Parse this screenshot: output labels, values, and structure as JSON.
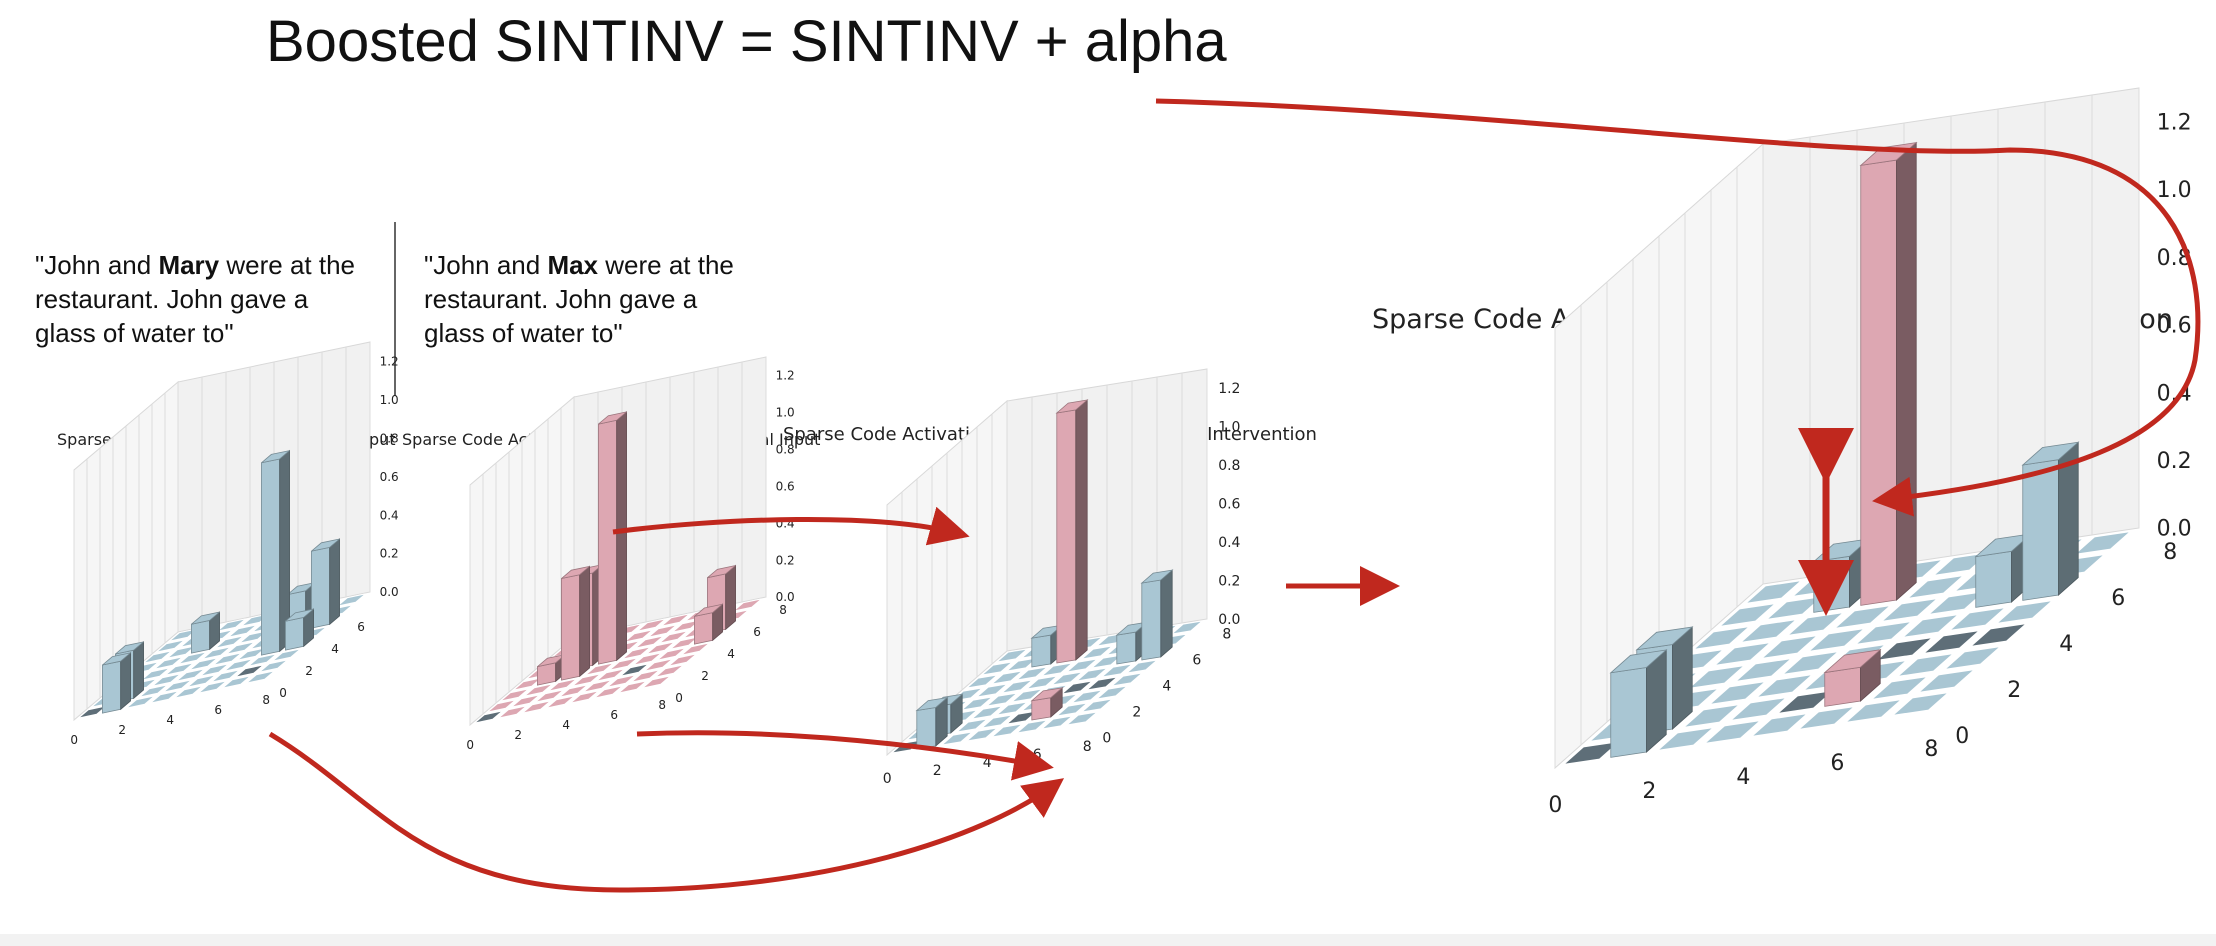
{
  "title": "Boosted SINTINV = SINTINV + alpha",
  "prompts": {
    "base": {
      "before": "\"John and ",
      "name": "Mary",
      "line1_after": " were at the",
      "line2": "restaurant. John gave a",
      "line3": "glass of water to\""
    },
    "counterfactual": {
      "before": "\"John and ",
      "name": "Max",
      "line1_after": " were at the",
      "line2": "restaurant. John gave a",
      "line3": "glass of water to\""
    }
  },
  "colors": {
    "blue_bar": "#a9c6d3",
    "pink_bar": "#dda7b2",
    "dark_cell": "#5e6e78",
    "arrow": "#c0281e",
    "pane": "#f1f1f1"
  },
  "chart_data": [
    {
      "type": "bar3d",
      "title": "Sparse Code Activations Under Base Input",
      "x_ticks": [
        "0",
        "2",
        "4",
        "6",
        "8"
      ],
      "y_ticks": [
        "0",
        "2",
        "4",
        "6"
      ],
      "z_ticks": [
        "0.0",
        "0.2",
        "0.4",
        "0.6",
        "0.8",
        "1.0",
        "1.2"
      ],
      "zlim": [
        0,
        1.3
      ],
      "grid": true
    },
    {
      "type": "bar3d",
      "title": "Sparse Code Activations Under Counterfactual Input",
      "x_ticks": [
        "0",
        "2",
        "4",
        "6",
        "8"
      ],
      "y_ticks": [
        "0",
        "2",
        "4",
        "6",
        "8"
      ],
      "z_ticks": [
        "0.0",
        "0.2",
        "0.4",
        "0.6",
        "0.8",
        "1.0",
        "1.2"
      ],
      "zlim": [
        0,
        1.3
      ],
      "grid": true
    },
    {
      "type": "bar3d",
      "title": "Sparse Code Activations Under Counterfactual Intervention",
      "x_ticks": [
        "0",
        "2",
        "4",
        "6",
        "8"
      ],
      "y_ticks": [
        "0",
        "2",
        "4",
        "6",
        "8"
      ],
      "z_ticks": [
        "0.0",
        "0.2",
        "0.4",
        "0.6",
        "0.8",
        "1.0",
        "1.2"
      ],
      "zlim": [
        0,
        1.3
      ],
      "grid": true
    },
    {
      "type": "bar3d",
      "title": "Sparse Code Activations Under Counterfactual Intervention",
      "x_ticks": [
        "0",
        "2",
        "4",
        "6",
        "8"
      ],
      "y_ticks": [
        "0",
        "2",
        "4",
        "6",
        "8"
      ],
      "z_ticks": [
        "0.0",
        "0.2",
        "0.4",
        "0.6",
        "0.8",
        "1.0",
        "1.2"
      ],
      "zlim": [
        0,
        1.3
      ],
      "grid": true
    }
  ]
}
